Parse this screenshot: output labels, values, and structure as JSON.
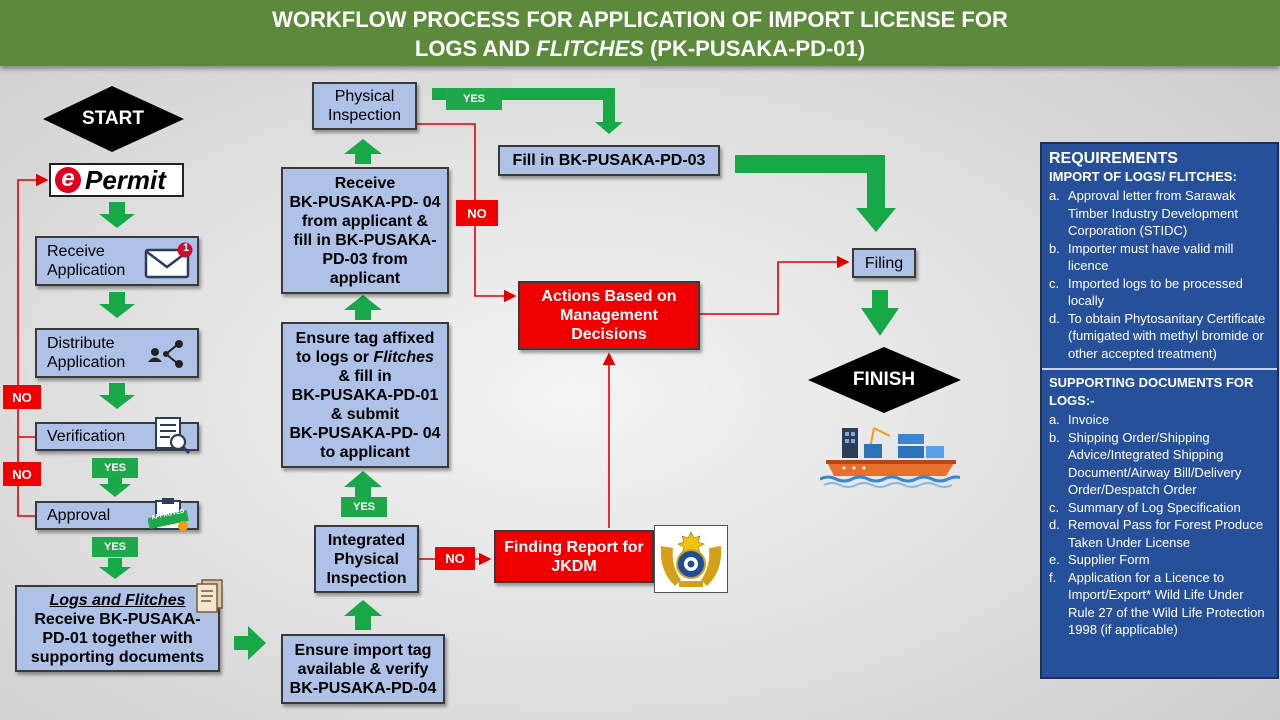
{
  "title": {
    "line1": "WORKFLOW PROCESS FOR APPLICATION OF IMPORT LICENSE FOR",
    "line2_prefix": "LOGS AND ",
    "line2_italic": "FLITCHES",
    "line2_suffix": " (PK-PUSAKA-PD-01)"
  },
  "flow": {
    "start": "START",
    "finish": "FINISH",
    "epermit_letter": "e",
    "epermit_word": "Permit",
    "receive_application": [
      "Receive",
      "Application"
    ],
    "mail_badge": "1",
    "distribute_application": [
      "Distribute",
      "Application"
    ],
    "verification": "Verification",
    "approval": "Approval",
    "approved_stamp": "APPROVED",
    "receive_pd01": {
      "italic": "Logs and Flitches",
      "lines": [
        "Receive BK-PUSAKA-",
        "PD-01 together with",
        "supporting documents"
      ]
    },
    "ensure_import_tag": [
      "Ensure import tag",
      "available & verify",
      "BK-PUSAKA-PD-04"
    ],
    "integrated_inspection": [
      "Integrated",
      "Physical",
      "Inspection"
    ],
    "ensure_tag_affixed": {
      "line1": "Ensure tag affixed",
      "line2_prefix": "to logs or ",
      "line2_italic": "Flitches",
      "lines_rest": [
        "& fill in",
        "BK-PUSAKA-PD-01",
        "& submit",
        "BK-PUSAKA-PD- 04",
        "to applicant"
      ]
    },
    "receive_pd04": [
      "Receive",
      "BK-PUSAKA-PD- 04",
      "from applicant &",
      "fill in BK-PUSAKA-",
      "PD-03 from",
      "applicant"
    ],
    "physical_inspection": [
      "Physical",
      "Inspection"
    ],
    "fill_pd03": "Fill in BK-PUSAKA-PD-03",
    "actions": [
      "Actions Based on",
      "Management",
      "Decisions"
    ],
    "finding_report": [
      "Finding Report for",
      "JKDM"
    ],
    "filing": "Filing",
    "labels": {
      "yes": "YES",
      "no": "NO"
    }
  },
  "requirements": {
    "heading": "REQUIREMENTS",
    "subheading": "IMPORT OF LOGS/ FLITCHES:",
    "items": [
      {
        "marker": "a.",
        "text": "Approval letter from Sarawak Timber Industry Development Corporation (STIDC)"
      },
      {
        "marker": "b.",
        "text": "Importer must have valid mill licence"
      },
      {
        "marker": "c.",
        "text": "Imported logs to be processed locally"
      },
      {
        "marker": "d.",
        "text": "To obtain Phytosanitary Certificate (fumigated with methyl bromide or other accepted treatment)"
      }
    ],
    "docs_heading": "SUPPORTING DOCUMENTS FOR LOGS:-",
    "docs": [
      {
        "marker": "a.",
        "text": "Invoice"
      },
      {
        "marker": "b.",
        "text": "Shipping Order/Shipping Advice/Integrated Shipping Document/Airway Bill/Delivery Order/Despatch Order"
      },
      {
        "marker": "c.",
        "text": "Summary of Log Specification"
      },
      {
        "marker": "d.",
        "text": "Removal Pass for Forest Produce Taken Under License"
      },
      {
        "marker": "e.",
        "text": "Supplier Form"
      },
      {
        "marker": "f.",
        "text": "Application for a Licence to Import/Export* Wild Life Under Rule 27 of the Wild Life Protection 1998 (if applicable)"
      }
    ]
  },
  "colors": {
    "banner": "#5a8a3a",
    "box": "#aec1e6",
    "red": "#f00000",
    "green_arrow": "#17a948",
    "requirements": "#27509a"
  }
}
